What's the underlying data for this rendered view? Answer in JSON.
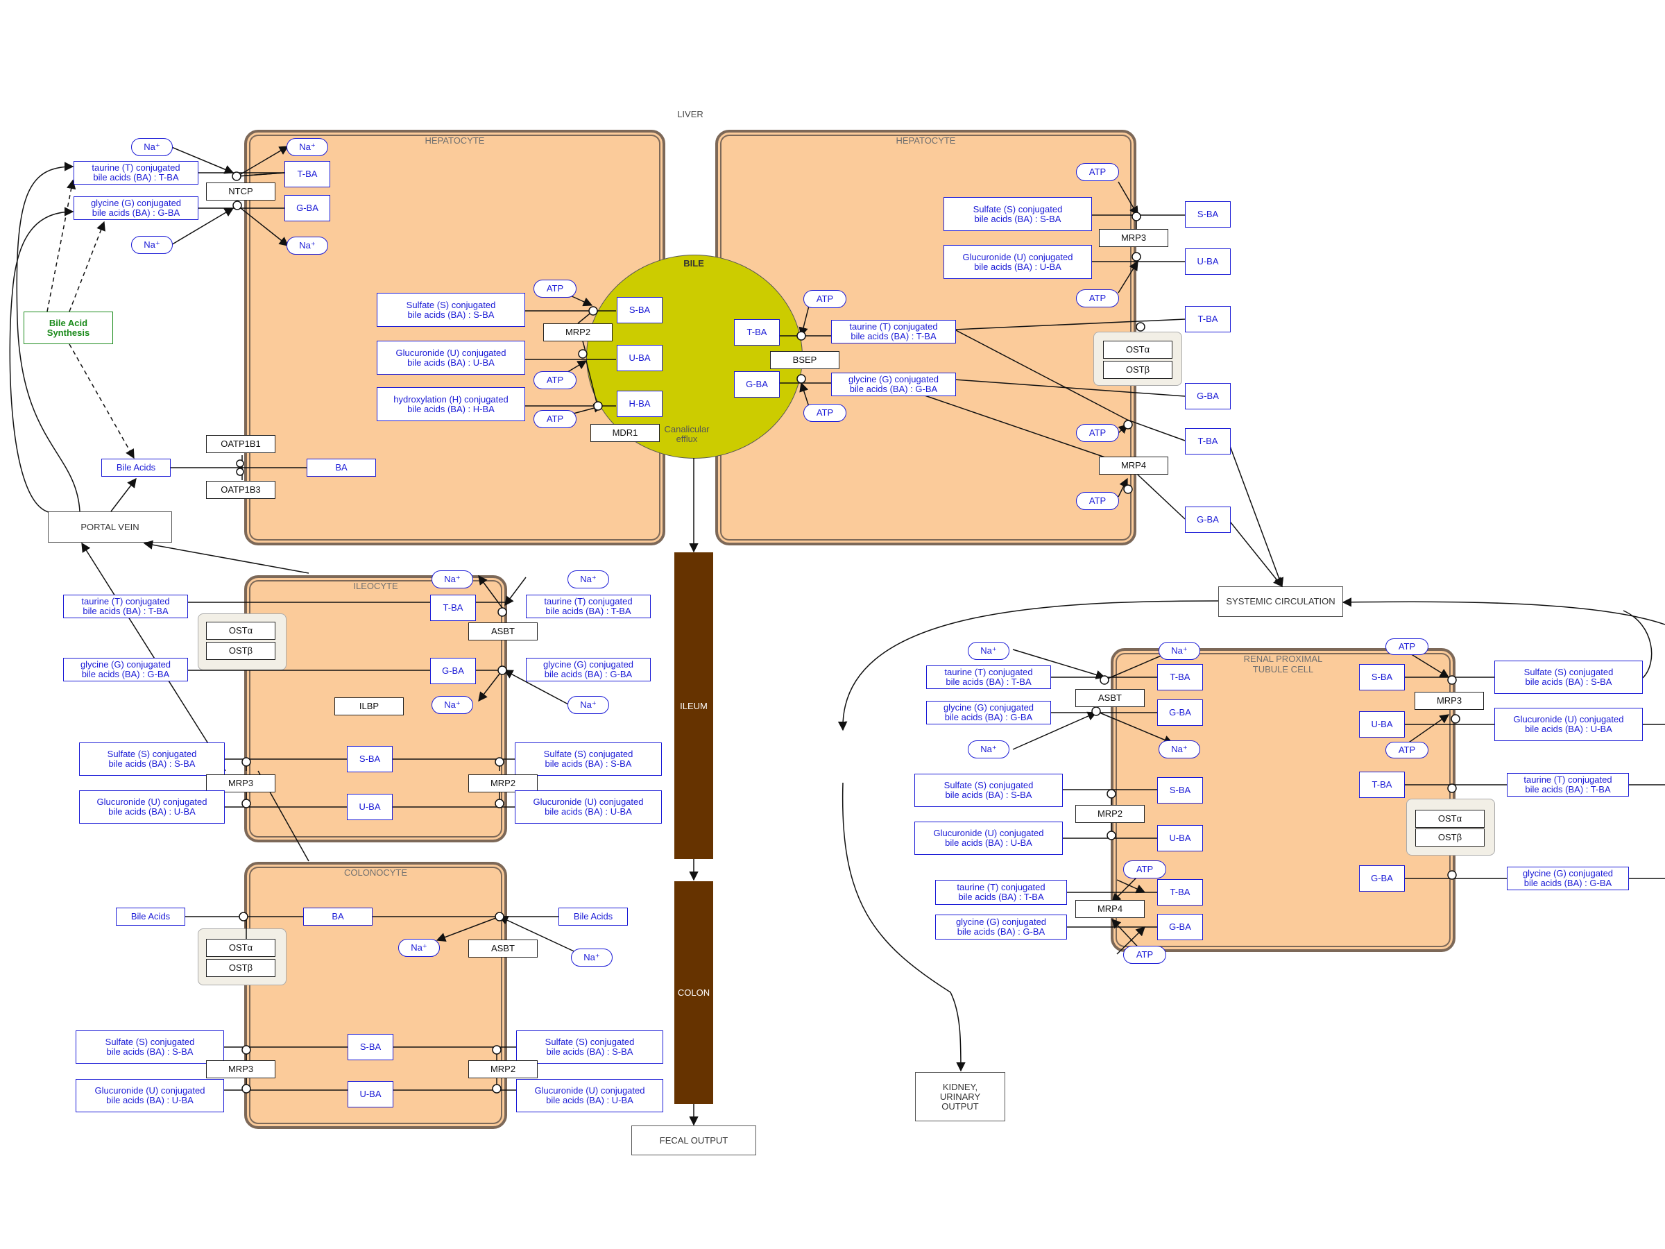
{
  "labels": {
    "liver": "LIVER",
    "bile": "BILE",
    "canalicular": "Canalicular\nefflux",
    "ileum": "ILEUM",
    "colon": "COLON",
    "fecal": "FECAL OUTPUT",
    "portal_vein": "PORTAL VEIN",
    "systemic": "SYSTEMIC CIRCULATION",
    "kidney": "KIDNEY,\nURINARY\nOUTPUT",
    "synthesis": "Bile Acid\nSynthesis"
  },
  "cells": {
    "hepatocyte1": "HEPATOCYTE",
    "hepatocyte2": "HEPATOCYTE",
    "ileocyte": "ILEOCYTE",
    "colonocyte": "COLONOCYTE",
    "renal": "RENAL PROXIMAL\nTUBULE CELL"
  },
  "text": {
    "tba_long": "taurine (T) conjugated\nbile acids (BA) : T-BA",
    "gba_long": "glycine (G) conjugated\nbile acids (BA) : G-BA",
    "sba_long": "Sulfate (S) conjugated\nbile acids (BA) : S-BA",
    "uba_long": "Glucuronide (U) conjugated\nbile acids (BA) : U-BA",
    "hba_long": "hydroxylation (H) conjugated\nbile acids (BA) : H-BA",
    "tba": "T-BA",
    "gba": "G-BA",
    "sba": "S-BA",
    "uba": "U-BA",
    "hba": "H-BA",
    "ba": "BA",
    "bile_acids": "Bile Acids",
    "na": "Na⁺",
    "atp": "ATP"
  },
  "proteins": {
    "ntcp": "NTCP",
    "oatp1b1": "OATP1B1",
    "oatp1b3": "OATP1B3",
    "mrp2": "MRP2",
    "mrp3": "MRP3",
    "mrp4": "MRP4",
    "mdr1": "MDR1",
    "bsep": "BSEP",
    "osta": "OSTα",
    "ostb": "OSTβ",
    "asbt": "ASBT",
    "ilbp": "ILBP"
  }
}
